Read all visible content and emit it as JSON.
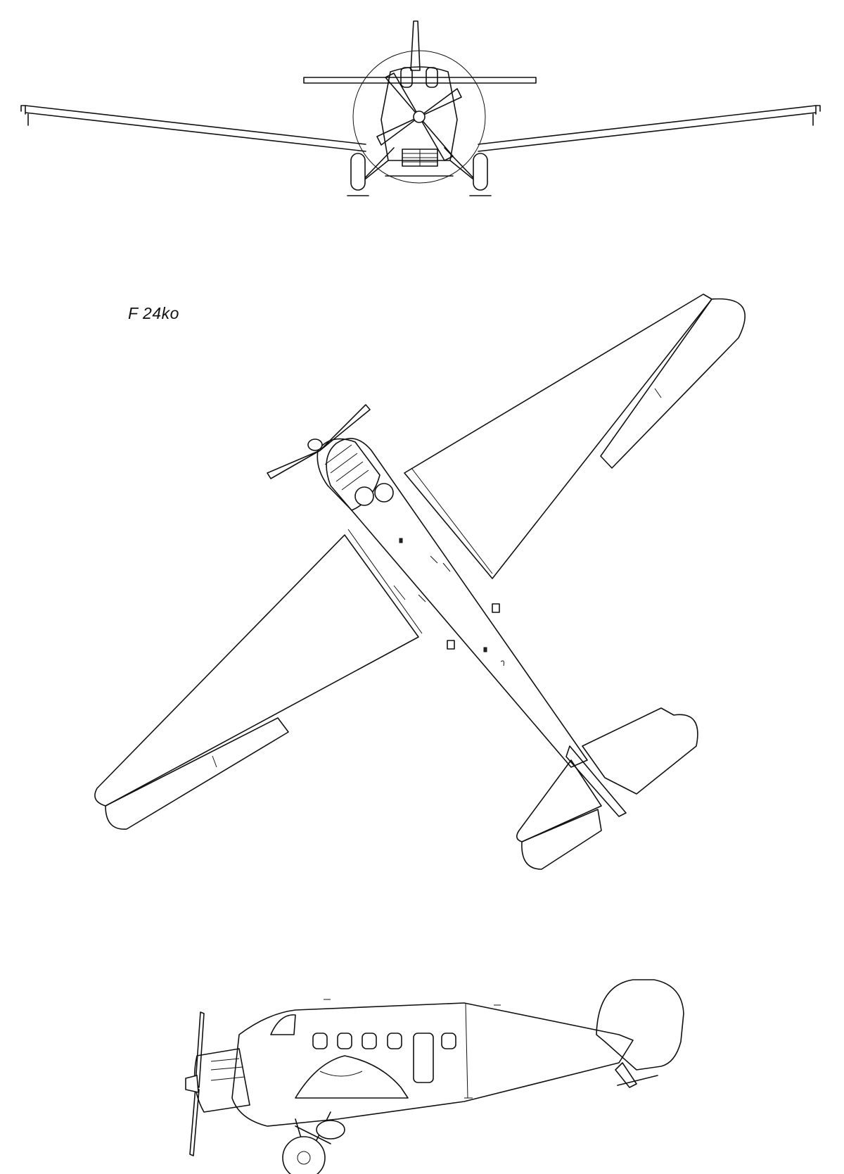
{
  "labels": {
    "designation": "F 24ko"
  },
  "views": [
    "front-view",
    "top-view",
    "side-view"
  ],
  "colors": {
    "line": "#111111",
    "background": "#ffffff"
  }
}
